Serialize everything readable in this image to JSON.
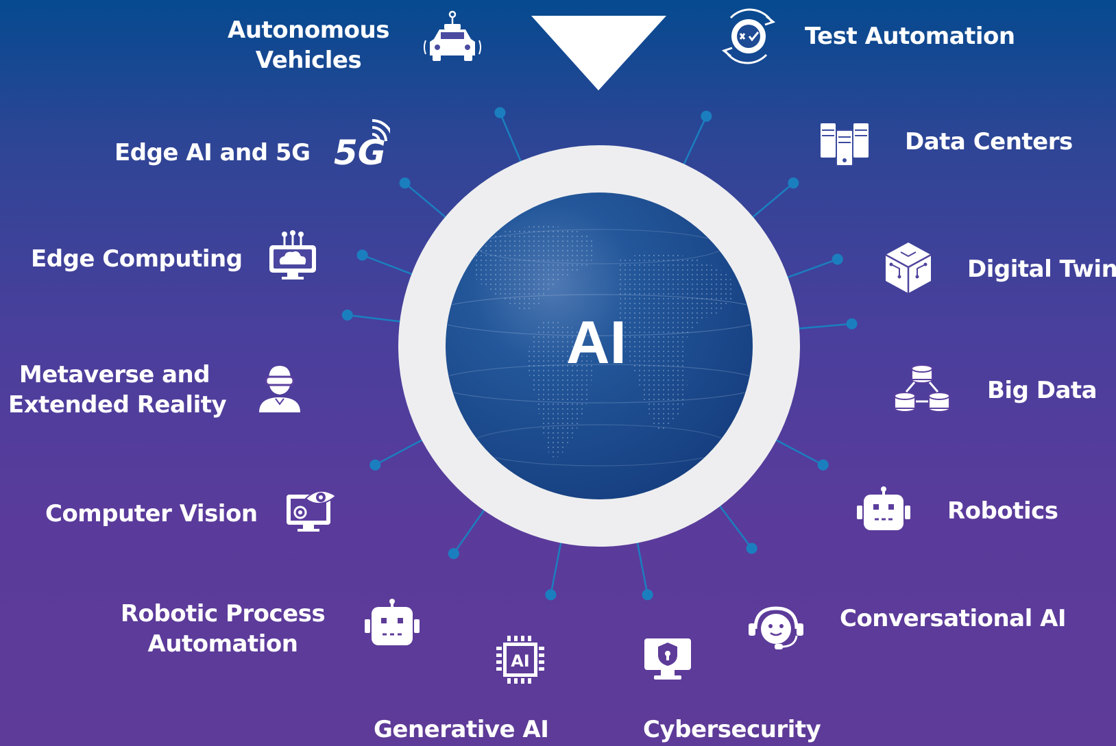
{
  "center": {
    "label": "AI"
  },
  "topics": [
    {
      "id": "autonomous-vehicles",
      "lines": [
        "Autonomous",
        "Vehicles"
      ],
      "icon": "car-icon"
    },
    {
      "id": "test-automation",
      "lines": [
        "Test Automation"
      ],
      "icon": "gear-check-icon"
    },
    {
      "id": "edge-ai-5g",
      "lines": [
        "Edge AI and 5G"
      ],
      "icon": "5g-icon"
    },
    {
      "id": "data-centers",
      "lines": [
        "Data Centers"
      ],
      "icon": "server-icon"
    },
    {
      "id": "edge-computing",
      "lines": [
        "Edge Computing"
      ],
      "icon": "cloud-monitor-icon"
    },
    {
      "id": "digital-twin",
      "lines": [
        "Digital Twin"
      ],
      "icon": "cube-circuit-icon"
    },
    {
      "id": "metaverse",
      "lines": [
        "Metaverse and",
        "Extended Reality"
      ],
      "icon": "vr-headset-person-icon"
    },
    {
      "id": "big-data",
      "lines": [
        "Big Data"
      ],
      "icon": "database-icon"
    },
    {
      "id": "computer-vision",
      "lines": [
        "Computer Vision"
      ],
      "icon": "eye-monitor-icon"
    },
    {
      "id": "robotics",
      "lines": [
        "Robotics"
      ],
      "icon": "robot-icon"
    },
    {
      "id": "rpa",
      "lines": [
        "Robotic Process",
        "Automation"
      ],
      "icon": "robot-icon"
    },
    {
      "id": "conversational-ai",
      "lines": [
        "Conversational AI"
      ],
      "icon": "headset-chat-icon"
    },
    {
      "id": "generative-ai",
      "lines": [
        "Generative AI"
      ],
      "icon": "ai-chip-icon"
    },
    {
      "id": "cybersecurity",
      "lines": [
        "Cybersecurity"
      ],
      "icon": "lock-monitor-icon"
    }
  ],
  "colors": {
    "background_top": "#064a8f",
    "background_bottom": "#5e3b98",
    "ring": "#eeeef0",
    "globe": "#1a4a8c",
    "connector": "#1b7fbf",
    "text": "#ffffff"
  }
}
